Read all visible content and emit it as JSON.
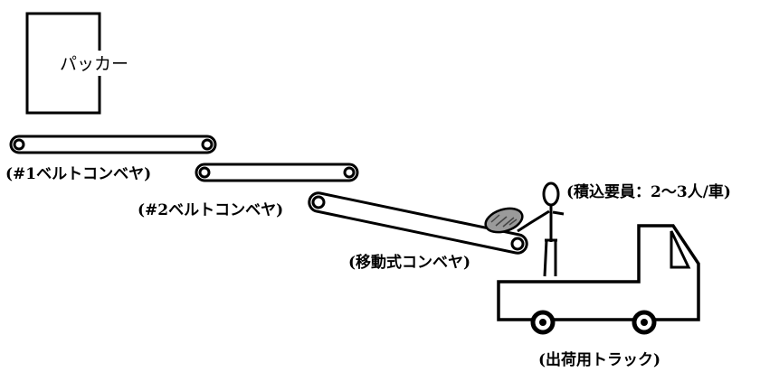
{
  "labels": {
    "packer": "パッカー",
    "belt_conveyor_1": "(#1ベルトコンベヤ)",
    "belt_conveyor_2": "(#2ベルトコンベヤ)",
    "mobile_conveyor": "(移動式コンベヤ)",
    "loading_staff": "(積込要員：2～3人/車)",
    "shipping_truck": "(出荷用トラック)"
  },
  "colors": {
    "line": "#000000",
    "background": "#ffffff",
    "bag_fill": "#8a8a8a"
  }
}
